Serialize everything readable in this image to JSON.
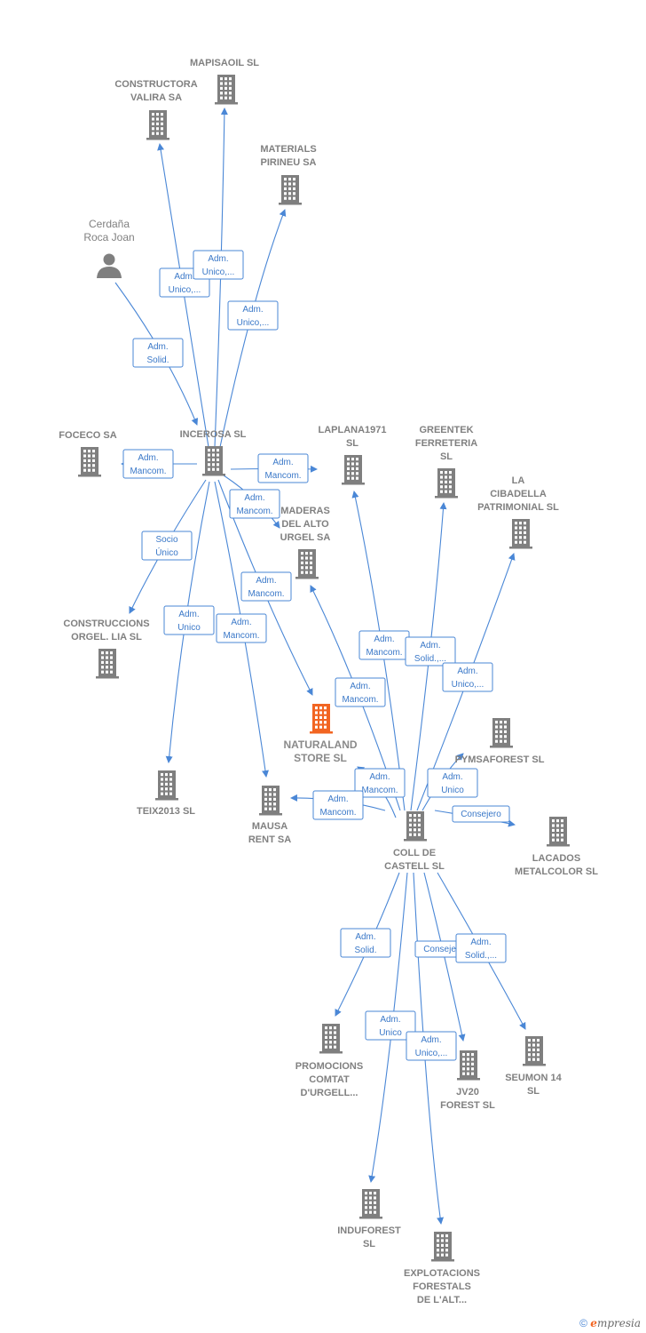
{
  "colors": {
    "node": "#7f7f7f",
    "focus": "#f26522",
    "edge": "#4a87d6",
    "label": "#808080"
  },
  "nodes": [
    {
      "id": "mapisaoil",
      "type": "company",
      "lines": [
        "MAPISAOIL  SL"
      ]
    },
    {
      "id": "constructora_valira",
      "type": "company",
      "lines": [
        "CONSTRUCTORA",
        "VALIRA SA"
      ]
    },
    {
      "id": "materials_pirineu",
      "type": "company",
      "lines": [
        "MATERIALS",
        "PIRINEU SA"
      ]
    },
    {
      "id": "cerdana",
      "type": "person",
      "lines": [
        "Cerdaña",
        "Roca Joan"
      ]
    },
    {
      "id": "foceco",
      "type": "company",
      "lines": [
        "FOCECO SA"
      ]
    },
    {
      "id": "incerosa",
      "type": "company",
      "lines": [
        "INCEROSA  SL"
      ]
    },
    {
      "id": "laplana",
      "type": "company",
      "lines": [
        "LAPLANA1971",
        "SL"
      ]
    },
    {
      "id": "greentek",
      "type": "company",
      "lines": [
        "GREENTEK",
        "FERRETERIA",
        "SL"
      ]
    },
    {
      "id": "cibadella",
      "type": "company",
      "lines": [
        "LA",
        "CIBADELLA",
        "PATRIMONIAL SL"
      ]
    },
    {
      "id": "maderas",
      "type": "company",
      "lines": [
        "MADERAS",
        "DEL ALTO",
        "URGEL SA"
      ]
    },
    {
      "id": "construccions_orgel",
      "type": "company",
      "lines": [
        "CONSTRUCCIONS",
        "ORGEL. LIA  SL"
      ]
    },
    {
      "id": "naturaland",
      "type": "focus",
      "lines": [
        "NATURALAND",
        "STORE  SL"
      ]
    },
    {
      "id": "pymsaforest",
      "type": "company",
      "lines": [
        "PYMSAFOREST SL"
      ]
    },
    {
      "id": "teix2013",
      "type": "company",
      "lines": [
        "TEIX2013 SL"
      ]
    },
    {
      "id": "mausa",
      "type": "company",
      "lines": [
        "MAUSA",
        "RENT SA"
      ]
    },
    {
      "id": "coll_castell",
      "type": "company",
      "lines": [
        "COLL DE",
        "CASTELL SL"
      ]
    },
    {
      "id": "lacados",
      "type": "company",
      "lines": [
        "LACADOS",
        "METALCOLOR SL"
      ]
    },
    {
      "id": "promocions",
      "type": "company",
      "lines": [
        "PROMOCIONS",
        "COMTAT",
        "D'URGELL..."
      ]
    },
    {
      "id": "jv20",
      "type": "company",
      "lines": [
        "JV20",
        "FOREST  SL"
      ]
    },
    {
      "id": "seumon",
      "type": "company",
      "lines": [
        "SEUMON 14",
        "SL"
      ]
    },
    {
      "id": "induforest",
      "type": "company",
      "lines": [
        "INDUFOREST",
        "SL"
      ]
    },
    {
      "id": "explotacions",
      "type": "company",
      "lines": [
        "EXPLOTACIONS",
        "FORESTALS",
        "DE L'ALT..."
      ]
    }
  ],
  "edges": [
    {
      "from": "incerosa",
      "to": "constructora_valira",
      "label": [
        "Adm.",
        "Unico,..."
      ]
    },
    {
      "from": "incerosa",
      "to": "mapisaoil",
      "label": [
        "Adm.",
        "Unico,..."
      ]
    },
    {
      "from": "incerosa",
      "to": "materials_pirineu",
      "label": [
        "Adm.",
        "Unico,..."
      ]
    },
    {
      "from": "cerdana",
      "to": "incerosa",
      "label": [
        "Adm.",
        "Solid."
      ]
    },
    {
      "from": "incerosa",
      "to": "foceco",
      "label": [
        "Adm.",
        "Mancom."
      ]
    },
    {
      "from": "incerosa",
      "to": "laplana",
      "label": [
        "Adm.",
        "Mancom."
      ]
    },
    {
      "from": "incerosa",
      "to": "maderas",
      "label": [
        "Adm.",
        "Mancom."
      ]
    },
    {
      "from": "incerosa",
      "to": "construccions_orgel",
      "label": [
        "Socio",
        "Único"
      ]
    },
    {
      "from": "incerosa",
      "to": "teix2013",
      "label": [
        "Adm.",
        "Unico"
      ]
    },
    {
      "from": "incerosa",
      "to": "mausa",
      "label": [
        "Adm.",
        "Mancom."
      ]
    },
    {
      "from": "incerosa",
      "to": "naturaland",
      "label": [
        "Adm.",
        "Mancom."
      ]
    },
    {
      "from": "coll_castell",
      "to": "laplana",
      "label": [
        "Adm.",
        "Mancom."
      ]
    },
    {
      "from": "coll_castell",
      "to": "greentek",
      "label": [
        "Adm.",
        "Solid.,..."
      ]
    },
    {
      "from": "coll_castell",
      "to": "cibadella",
      "label": [
        "Adm.",
        "Unico,..."
      ]
    },
    {
      "from": "coll_castell",
      "to": "maderas",
      "label": [
        "Adm.",
        "Mancom."
      ]
    },
    {
      "from": "coll_castell",
      "to": "naturaland",
      "label": [
        "Adm.",
        "Mancom."
      ]
    },
    {
      "from": "coll_castell",
      "to": "mausa",
      "label": [
        "Adm.",
        "Mancom."
      ]
    },
    {
      "from": "coll_castell",
      "to": "pymsaforest",
      "label": [
        "Adm.",
        "Unico"
      ]
    },
    {
      "from": "coll_castell",
      "to": "lacados",
      "label": [
        "Consejero"
      ]
    },
    {
      "from": "coll_castell",
      "to": "promocions",
      "label": [
        "Adm.",
        "Solid."
      ]
    },
    {
      "from": "coll_castell",
      "to": "jv20",
      "label": [
        "Consejero"
      ]
    },
    {
      "from": "coll_castell",
      "to": "seumon",
      "label": [
        "Adm.",
        "Solid.,..."
      ]
    },
    {
      "from": "coll_castell",
      "to": "induforest",
      "label": [
        "Adm.",
        "Unico"
      ]
    },
    {
      "from": "coll_castell",
      "to": "explotacions",
      "label": [
        "Adm.",
        "Unico,..."
      ]
    }
  ],
  "footer": {
    "copyright": "©",
    "brand_e": "e",
    "brand_rest": "mpresia"
  }
}
